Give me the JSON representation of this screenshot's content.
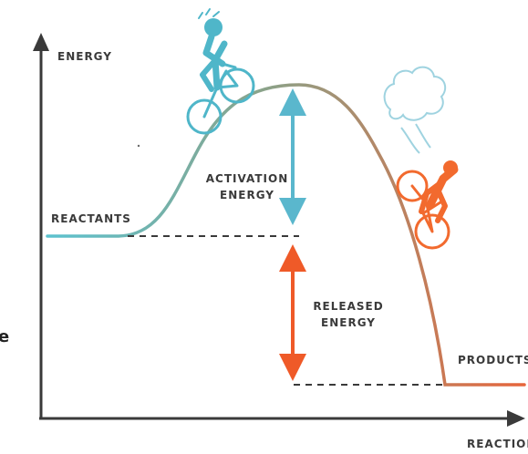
{
  "labels": {
    "y_axis": "ENERGY",
    "x_axis": "REACTION",
    "reactants": "REACTANTS",
    "products": "PRODUCTS",
    "activation_line1": "ACTIVATION",
    "activation_line2": "ENERGY",
    "released_line1": "RELEASED",
    "released_line2": "ENERGY",
    "edge_fragment": "e"
  },
  "colors": {
    "axis": "#3a3a3a",
    "text": "#3a3a3a",
    "dashed": "#3a3a3a",
    "curve_start": "#5bc2cf",
    "curve_mid": "#8aa38a",
    "curve_end": "#e8643a",
    "activation_arrow": "#5ab7cd",
    "released_arrow": "#ef5a28",
    "uphill_cyclist": "#4fb6c9",
    "downhill_cyclist": "#f26a2e",
    "exhale_cloud": "#9fd3e0"
  },
  "icons": {
    "uphill": "uphill-cyclist-icon",
    "downhill": "downhill-cyclist-icon",
    "cloud": "exhale-cloud-icon"
  }
}
